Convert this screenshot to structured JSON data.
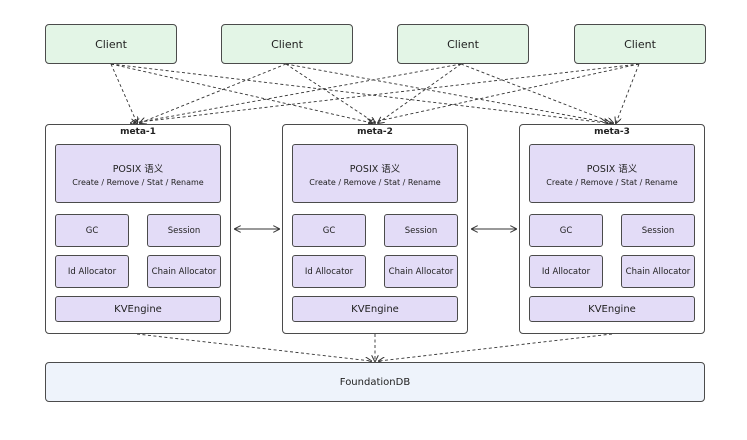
{
  "clients": [
    "Client",
    "Client",
    "Client",
    "Client"
  ],
  "metas": [
    {
      "title": "meta-1",
      "posix_title": "POSIX 语义",
      "posix_ops": "Create / Remove / Stat / Rename",
      "gc": "GC",
      "session": "Session",
      "id_alloc": "Id Allocator",
      "chain_alloc": "Chain Allocator",
      "kv": "KVEngine"
    },
    {
      "title": "meta-2",
      "posix_title": "POSIX 语义",
      "posix_ops": "Create / Remove / Stat / Rename",
      "gc": "GC",
      "session": "Session",
      "id_alloc": "Id Allocator",
      "chain_alloc": "Chain Allocator",
      "kv": "KVEngine"
    },
    {
      "title": "meta-3",
      "posix_title": "POSIX 语义",
      "posix_ops": "Create / Remove / Stat / Rename",
      "gc": "GC",
      "session": "Session",
      "id_alloc": "Id Allocator",
      "chain_alloc": "Chain Allocator",
      "kv": "KVEngine"
    }
  ],
  "foundation": "FoundationDB"
}
